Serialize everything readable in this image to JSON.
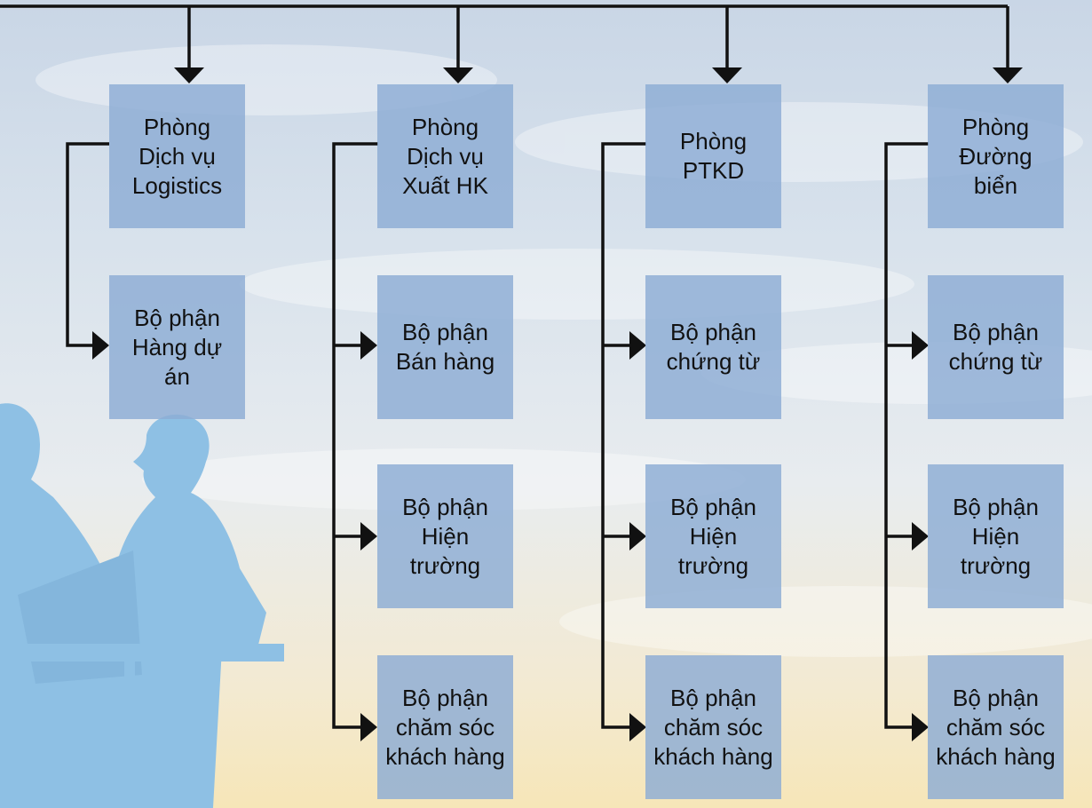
{
  "columns": [
    {
      "header": "Phòng\nDịch vụ\nLogistics",
      "units": [
        "Bộ phận\nHàng dự\nán"
      ]
    },
    {
      "header": "Phòng\nDịch vụ\nXuất HK",
      "units": [
        "Bộ phận\nBán hàng",
        "Bộ phận\nHiện\ntrường",
        "Bộ phận\nchăm sóc\nkhách hàng"
      ]
    },
    {
      "header": "Phòng\nPTKD",
      "units": [
        "Bộ phận\nchứng từ",
        "Bộ phận\nHiện\ntrường",
        "Bộ phận\nchăm sóc\nkhách hàng"
      ]
    },
    {
      "header": "Phòng\nĐường\nbiển",
      "units": [
        "Bộ phận\nchứng từ",
        "Bộ phận\nHiện\ntrường",
        "Bộ phận\nchăm sóc\nkhách hàng"
      ]
    }
  ],
  "colors": {
    "box_fill": "#8cacd4",
    "line": "#111111",
    "silhouette": "#8ec0e4"
  }
}
